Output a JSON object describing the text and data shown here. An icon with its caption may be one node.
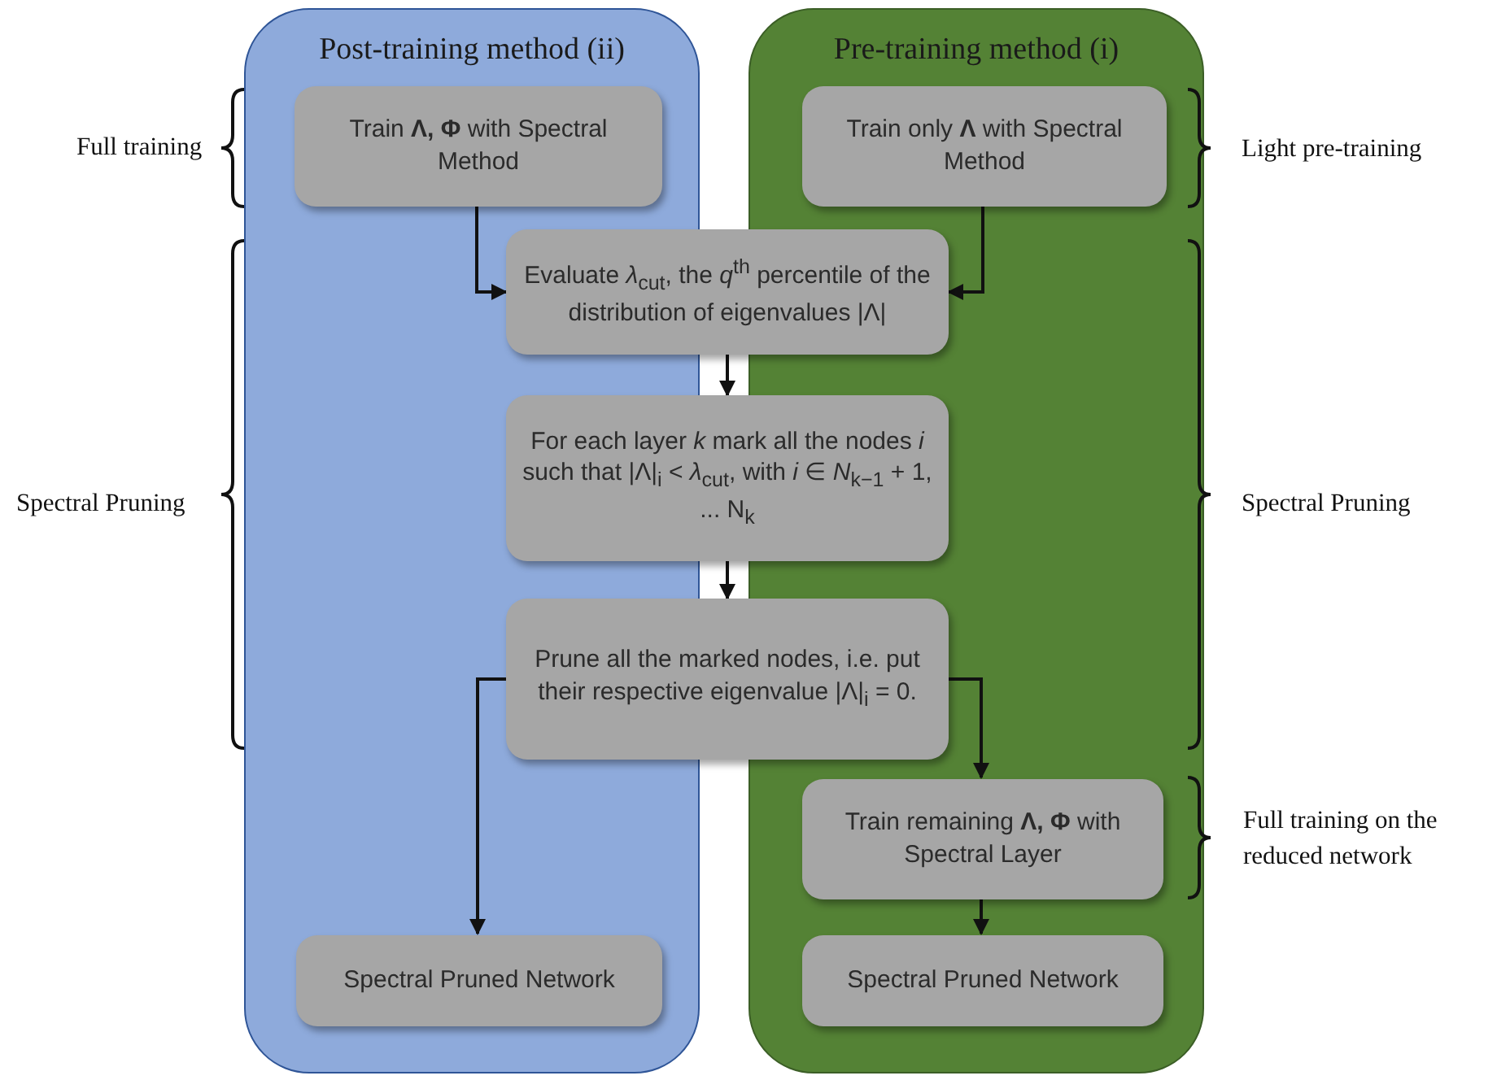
{
  "diagram": {
    "nodes": [
      {
        "text": [
          "Post-training method (ii)"
        ]
      },
      {
        "text": [
          "Pre-training method (i)"
        ]
      },
      {
        "text": [
          "Train **Λ, Φ** with Spectral Method"
        ],
        "in": 0
      },
      {
        "text": [
          "Train only **Λ** with Spectral Method"
        ],
        "in": 1
      },
      {
        "text": [
          "Evaluate *λ*$_{cut}$, the *q*$^{th}$ percentile of the distribution of eigenvalues |Λ|"
        ]
      },
      {
        "text": [
          "For each layer *k* mark all the nodes *i* such that |Λ|$_{i}$ < *λ*$_{cut}$, with *i* ∈ *N*$_{k−1}$ + 1, ... N$_{k}$"
        ]
      },
      {
        "text": [
          "Prune all the marked nodes, i.e. put their respective eigenvalue |Λ|$_{i}$ = 0."
        ]
      },
      {
        "text": [
          "Train remaining **Λ, Φ** with Spectral Layer"
        ],
        "in": 1
      },
      {
        "text": [
          "Spectral Pruned Network"
        ],
        "in": 0
      },
      {
        "text": [
          "Spectral Pruned Network"
        ],
        "in": 1
      }
    ],
    "edges": [
      {
        "from": 2,
        "to": 4,
        "arrow": "to"
      },
      {
        "from": 3,
        "to": 4,
        "arrow": "to"
      },
      {
        "from": 4,
        "to": 5,
        "arrow": "to"
      },
      {
        "from": 5,
        "to": 6,
        "arrow": "to"
      },
      {
        "from": 6,
        "to": 8,
        "arrow": "to"
      },
      {
        "from": 6,
        "to": 7,
        "arrow": "to"
      },
      {
        "from": 7,
        "to": 9,
        "arrow": "to"
      }
    ],
    "labels": [
      "Full training",
      "Light pre-training",
      "Spectral Pruning",
      "Spectral Pruning",
      "Full training on the reduced network"
    ]
  }
}
